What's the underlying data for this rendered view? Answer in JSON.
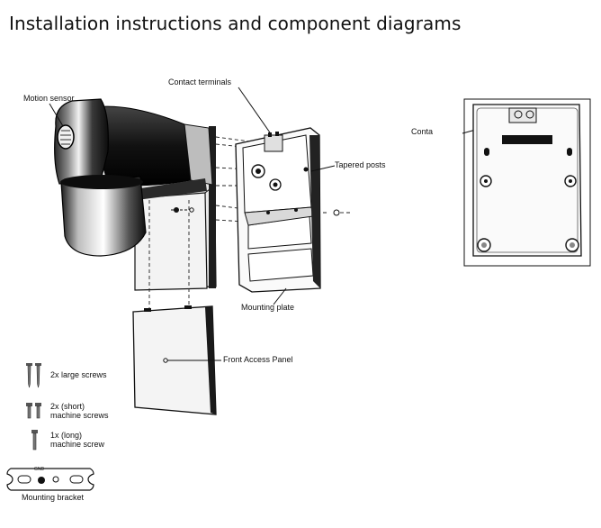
{
  "page": {
    "title": "Installation instructions and component diagrams"
  },
  "labels": {
    "motion_sensor": "Motion sensor",
    "contact_terminals": "Contact terminals",
    "tapered_posts": "Tapered posts",
    "mounting_plate": "Mounting plate",
    "front_access_panel": "Front Access Panel",
    "right_contact": "Conta",
    "mounting_bracket": "Mounting bracket",
    "bracket_gnd": "GND"
  },
  "hardware": [
    {
      "qty_line": "2x large screws",
      "sub_line": ""
    },
    {
      "qty_line": "2x (short)",
      "sub_line": "machine screws"
    },
    {
      "qty_line": "1x (long)",
      "sub_line": "machine screw"
    }
  ],
  "colors": {
    "ink": "#111111",
    "fixture_dark": "#1a1a1a",
    "line": "#222222"
  }
}
